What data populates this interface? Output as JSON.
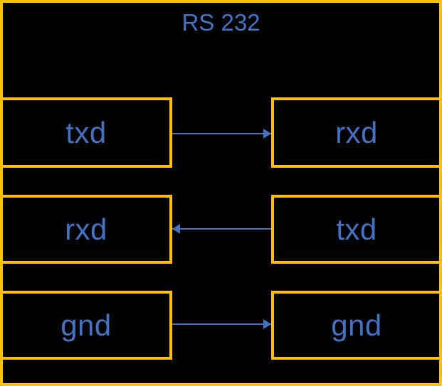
{
  "diagram": {
    "title": "RS 232",
    "colors": {
      "background": "#000000",
      "border": "#FFC000",
      "text": "#4472C4",
      "arrow": "#4472C4"
    },
    "rows": [
      {
        "left_label": "txd",
        "right_label": "rxd",
        "arrow_direction": "right",
        "arrow_icon": "arrow-right-icon"
      },
      {
        "left_label": "rxd",
        "right_label": "txd",
        "arrow_direction": "left",
        "arrow_icon": "arrow-left-icon"
      },
      {
        "left_label": "gnd",
        "right_label": "gnd",
        "arrow_direction": "right",
        "arrow_icon": "arrow-right-icon"
      }
    ]
  }
}
